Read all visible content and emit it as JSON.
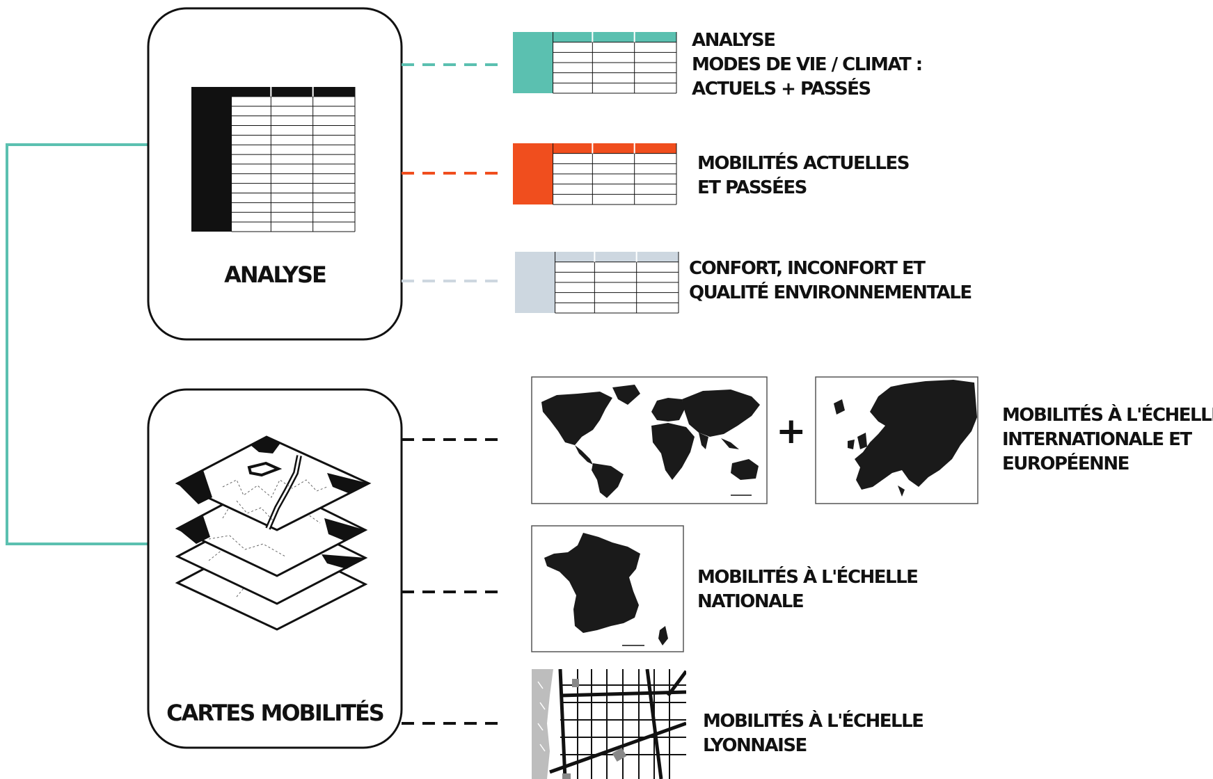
{
  "analyse_box": {
    "title": "ANALYSE"
  },
  "maps_box": {
    "title": "CARTES MOBILITÉS"
  },
  "tables": [
    {
      "lines": [
        "ANALYSE",
        "MODES DE VIE / CLIMAT :",
        "ACTUELS + PASSÉS"
      ],
      "color": "#5bc0b0"
    },
    {
      "lines": [
        "MOBILITÉS ACTUELLES",
        "ET PASSÉES"
      ],
      "color": "#f04e1e"
    },
    {
      "lines": [
        "CONFORT, INCONFORT ET",
        "QUALITÉ ENVIRONNEMENTALE"
      ],
      "color": "#cdd7e0"
    }
  ],
  "maps": [
    {
      "lines": [
        "MOBILITÉS À L'ÉCHELLE",
        "INTERNATIONALE ET",
        "EUROPÉENNE"
      ],
      "connector": "+"
    },
    {
      "lines": [
        "MOBILITÉS À L'ÉCHELLE",
        "NATIONALE"
      ]
    },
    {
      "lines": [
        "MOBILITÉS À L'ÉCHELLE",
        "LYONNAISE"
      ]
    }
  ],
  "colors": {
    "connector_teal": "#5bc0b0",
    "connector_orange": "#f04e1e",
    "connector_grey": "#cdd7e0",
    "ink": "#111111"
  },
  "icons": [
    "table-icon",
    "layered-map-icon",
    "world-map-icon",
    "europe-map-icon",
    "france-map-icon",
    "lyon-street-map-icon"
  ]
}
